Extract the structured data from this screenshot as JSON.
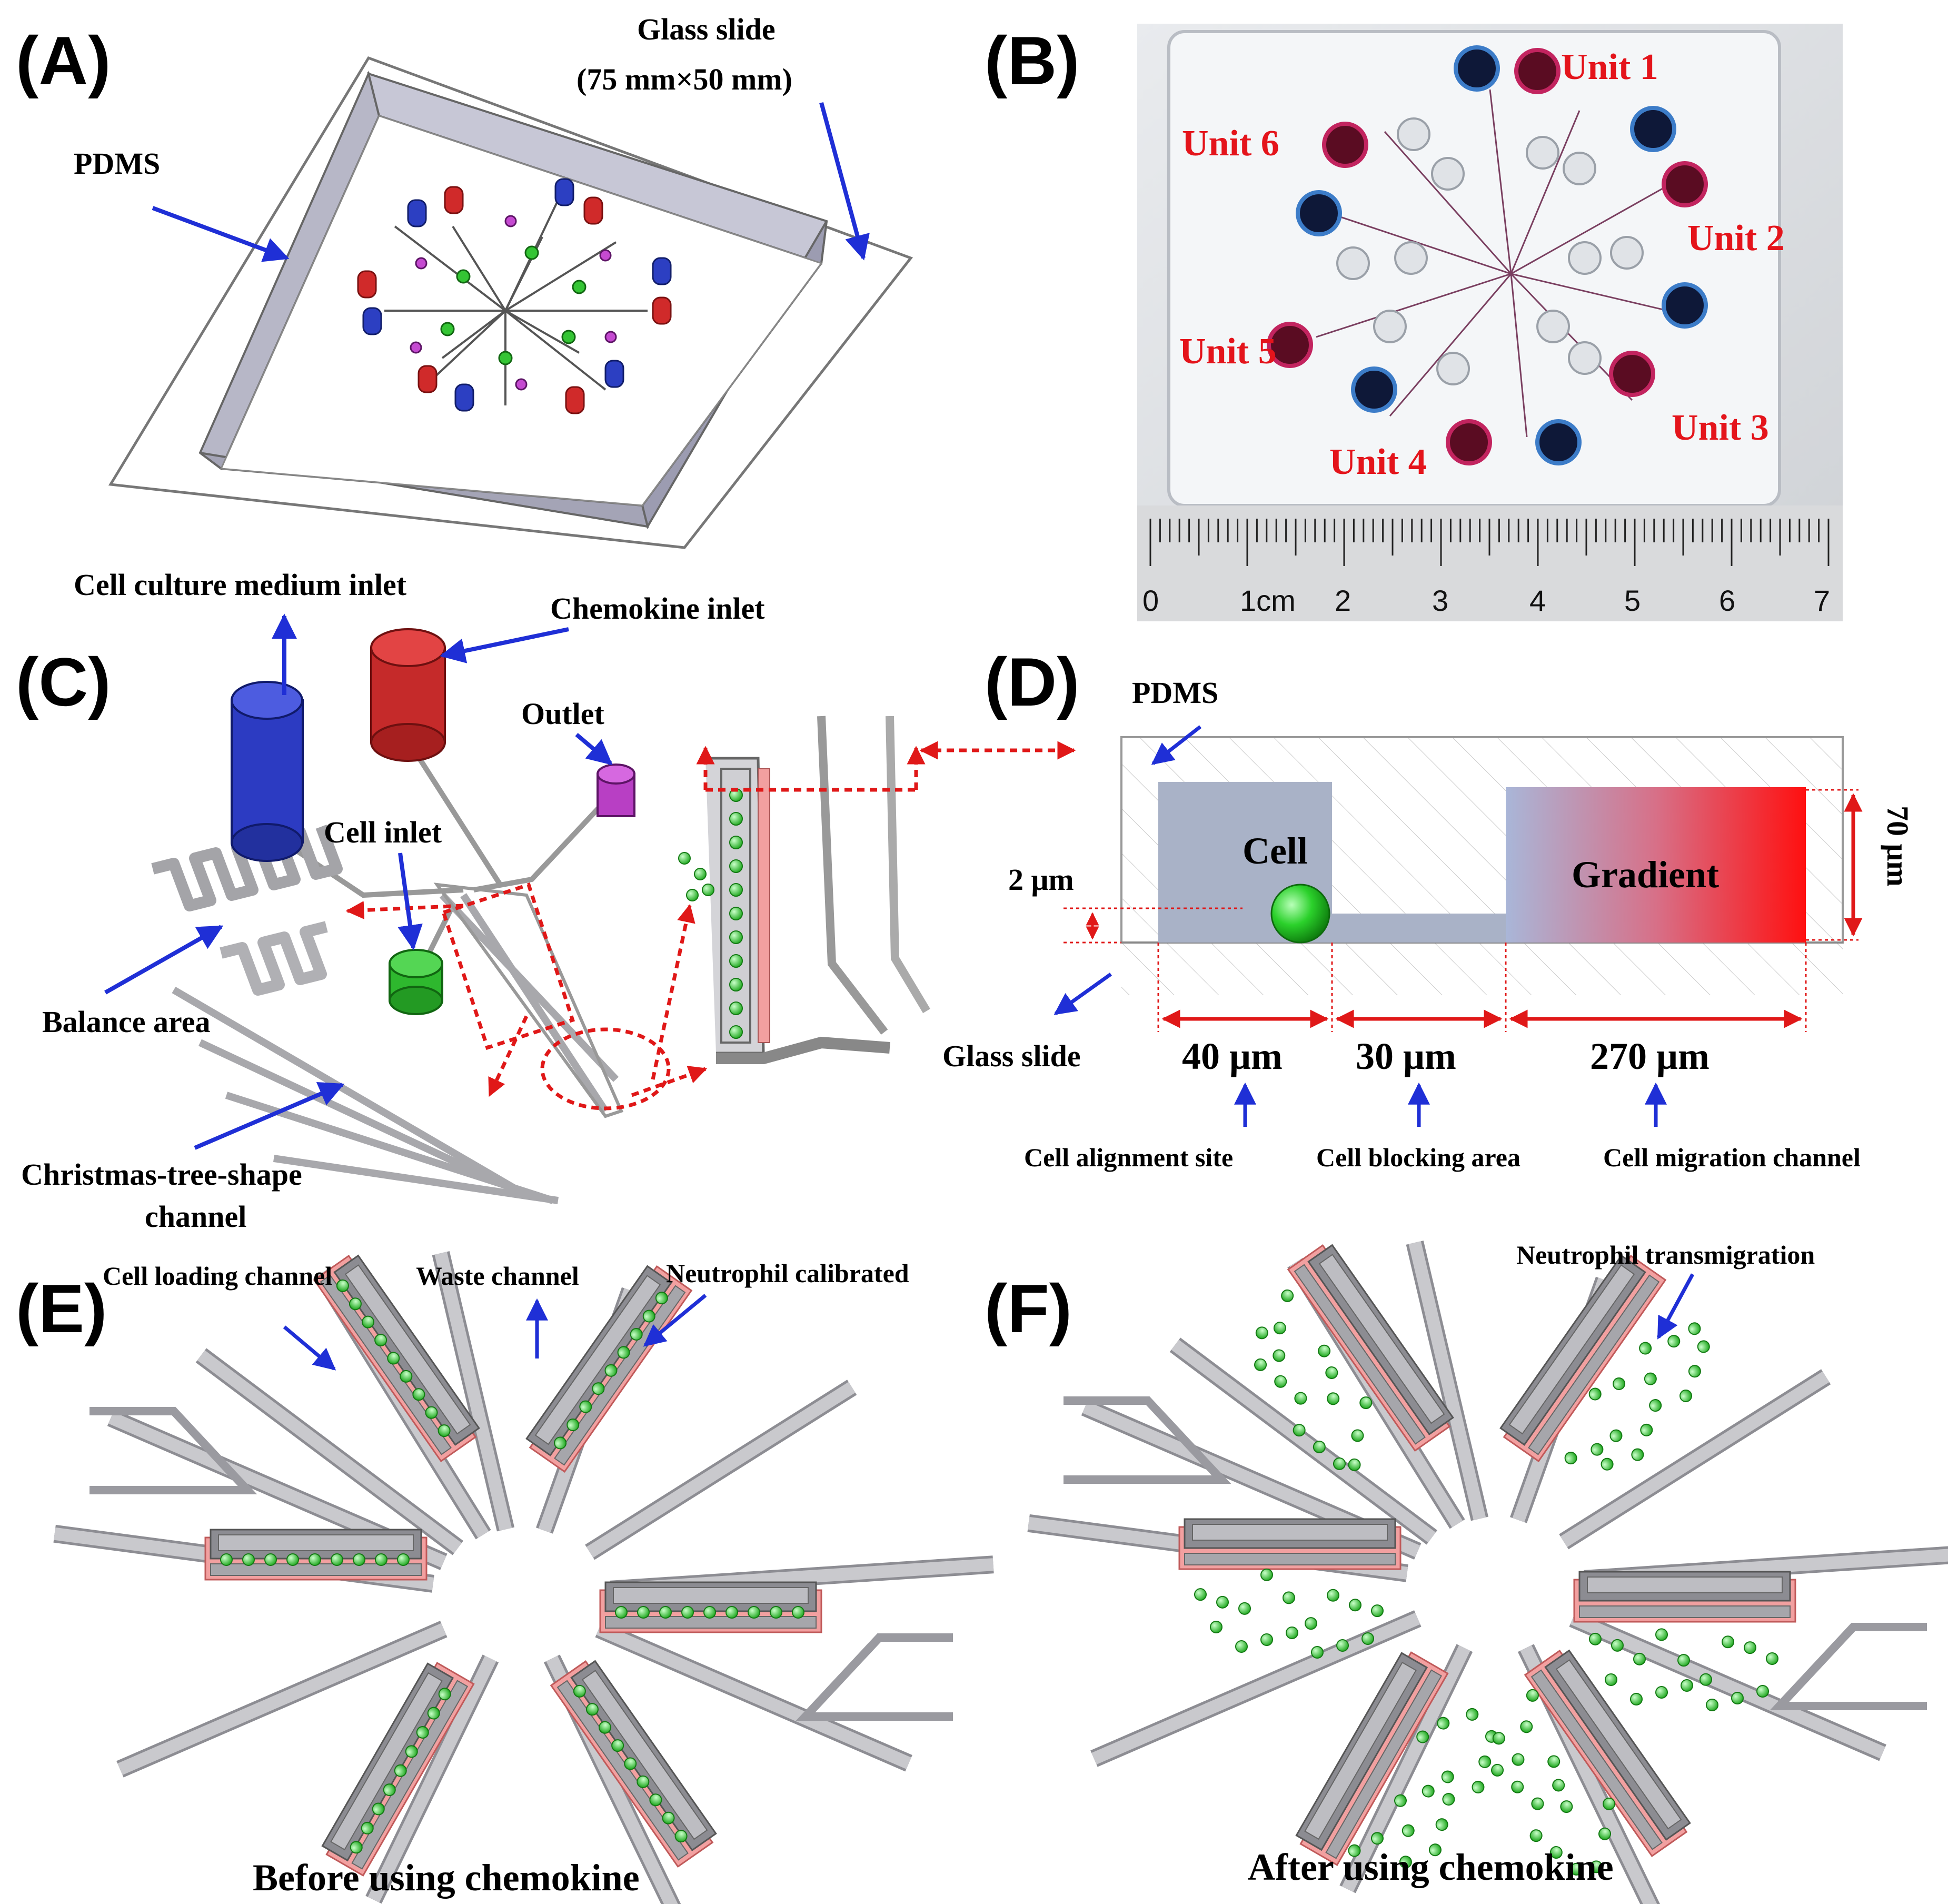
{
  "panels": {
    "A": "(A)",
    "B": "(B)",
    "C": "(C)",
    "D": "(D)",
    "E": "(E)",
    "F": "(F)"
  },
  "a": {
    "glass_slide": "Glass slide",
    "glass_size": "(75 mm×50 mm)",
    "pdms": "PDMS"
  },
  "b": {
    "units": [
      "Unit 1",
      "Unit 2",
      "Unit 3",
      "Unit 4",
      "Unit 5",
      "Unit 6"
    ],
    "ruler_labels": [
      "0",
      "1cm",
      "2",
      "3",
      "4",
      "5",
      "6",
      "7"
    ]
  },
  "c": {
    "medium_inlet": "Cell culture medium inlet",
    "chemokine_inlet": "Chemokine inlet",
    "outlet": "Outlet",
    "cell_inlet": "Cell inlet",
    "balance_area": "Balance area",
    "tree_line1": "Christmas-tree-shape",
    "tree_line2": "channel"
  },
  "d": {
    "pdms": "PDMS",
    "cell": "Cell",
    "gradient": "Gradient",
    "two_um": "2 μm",
    "seventy_um": "70 μm",
    "glass_slide": "Glass slide",
    "w40": "40 μm",
    "w30": "30 μm",
    "w270": "270 μm",
    "site": "Cell alignment site",
    "blocking": "Cell blocking area",
    "migration": "Cell migration channel"
  },
  "e": {
    "loading": "Cell loading channel",
    "waste": "Waste channel",
    "calibrated": "Neutrophil calibrated",
    "caption": "Before using chemokine"
  },
  "f": {
    "transmigration": "Neutrophil transmigration",
    "caption": "After using chemokine"
  },
  "colors": {
    "red_label": "#e4141b",
    "arrow_blue": "#1f2fd6",
    "dotted_red": "#e01818",
    "cell_green": "#2bd12b",
    "chamber_gray": "#a9b2c7",
    "gradient_red": "#ff1010",
    "channel_gray": "#b8b8bc",
    "pink": "#f2a0a0"
  }
}
